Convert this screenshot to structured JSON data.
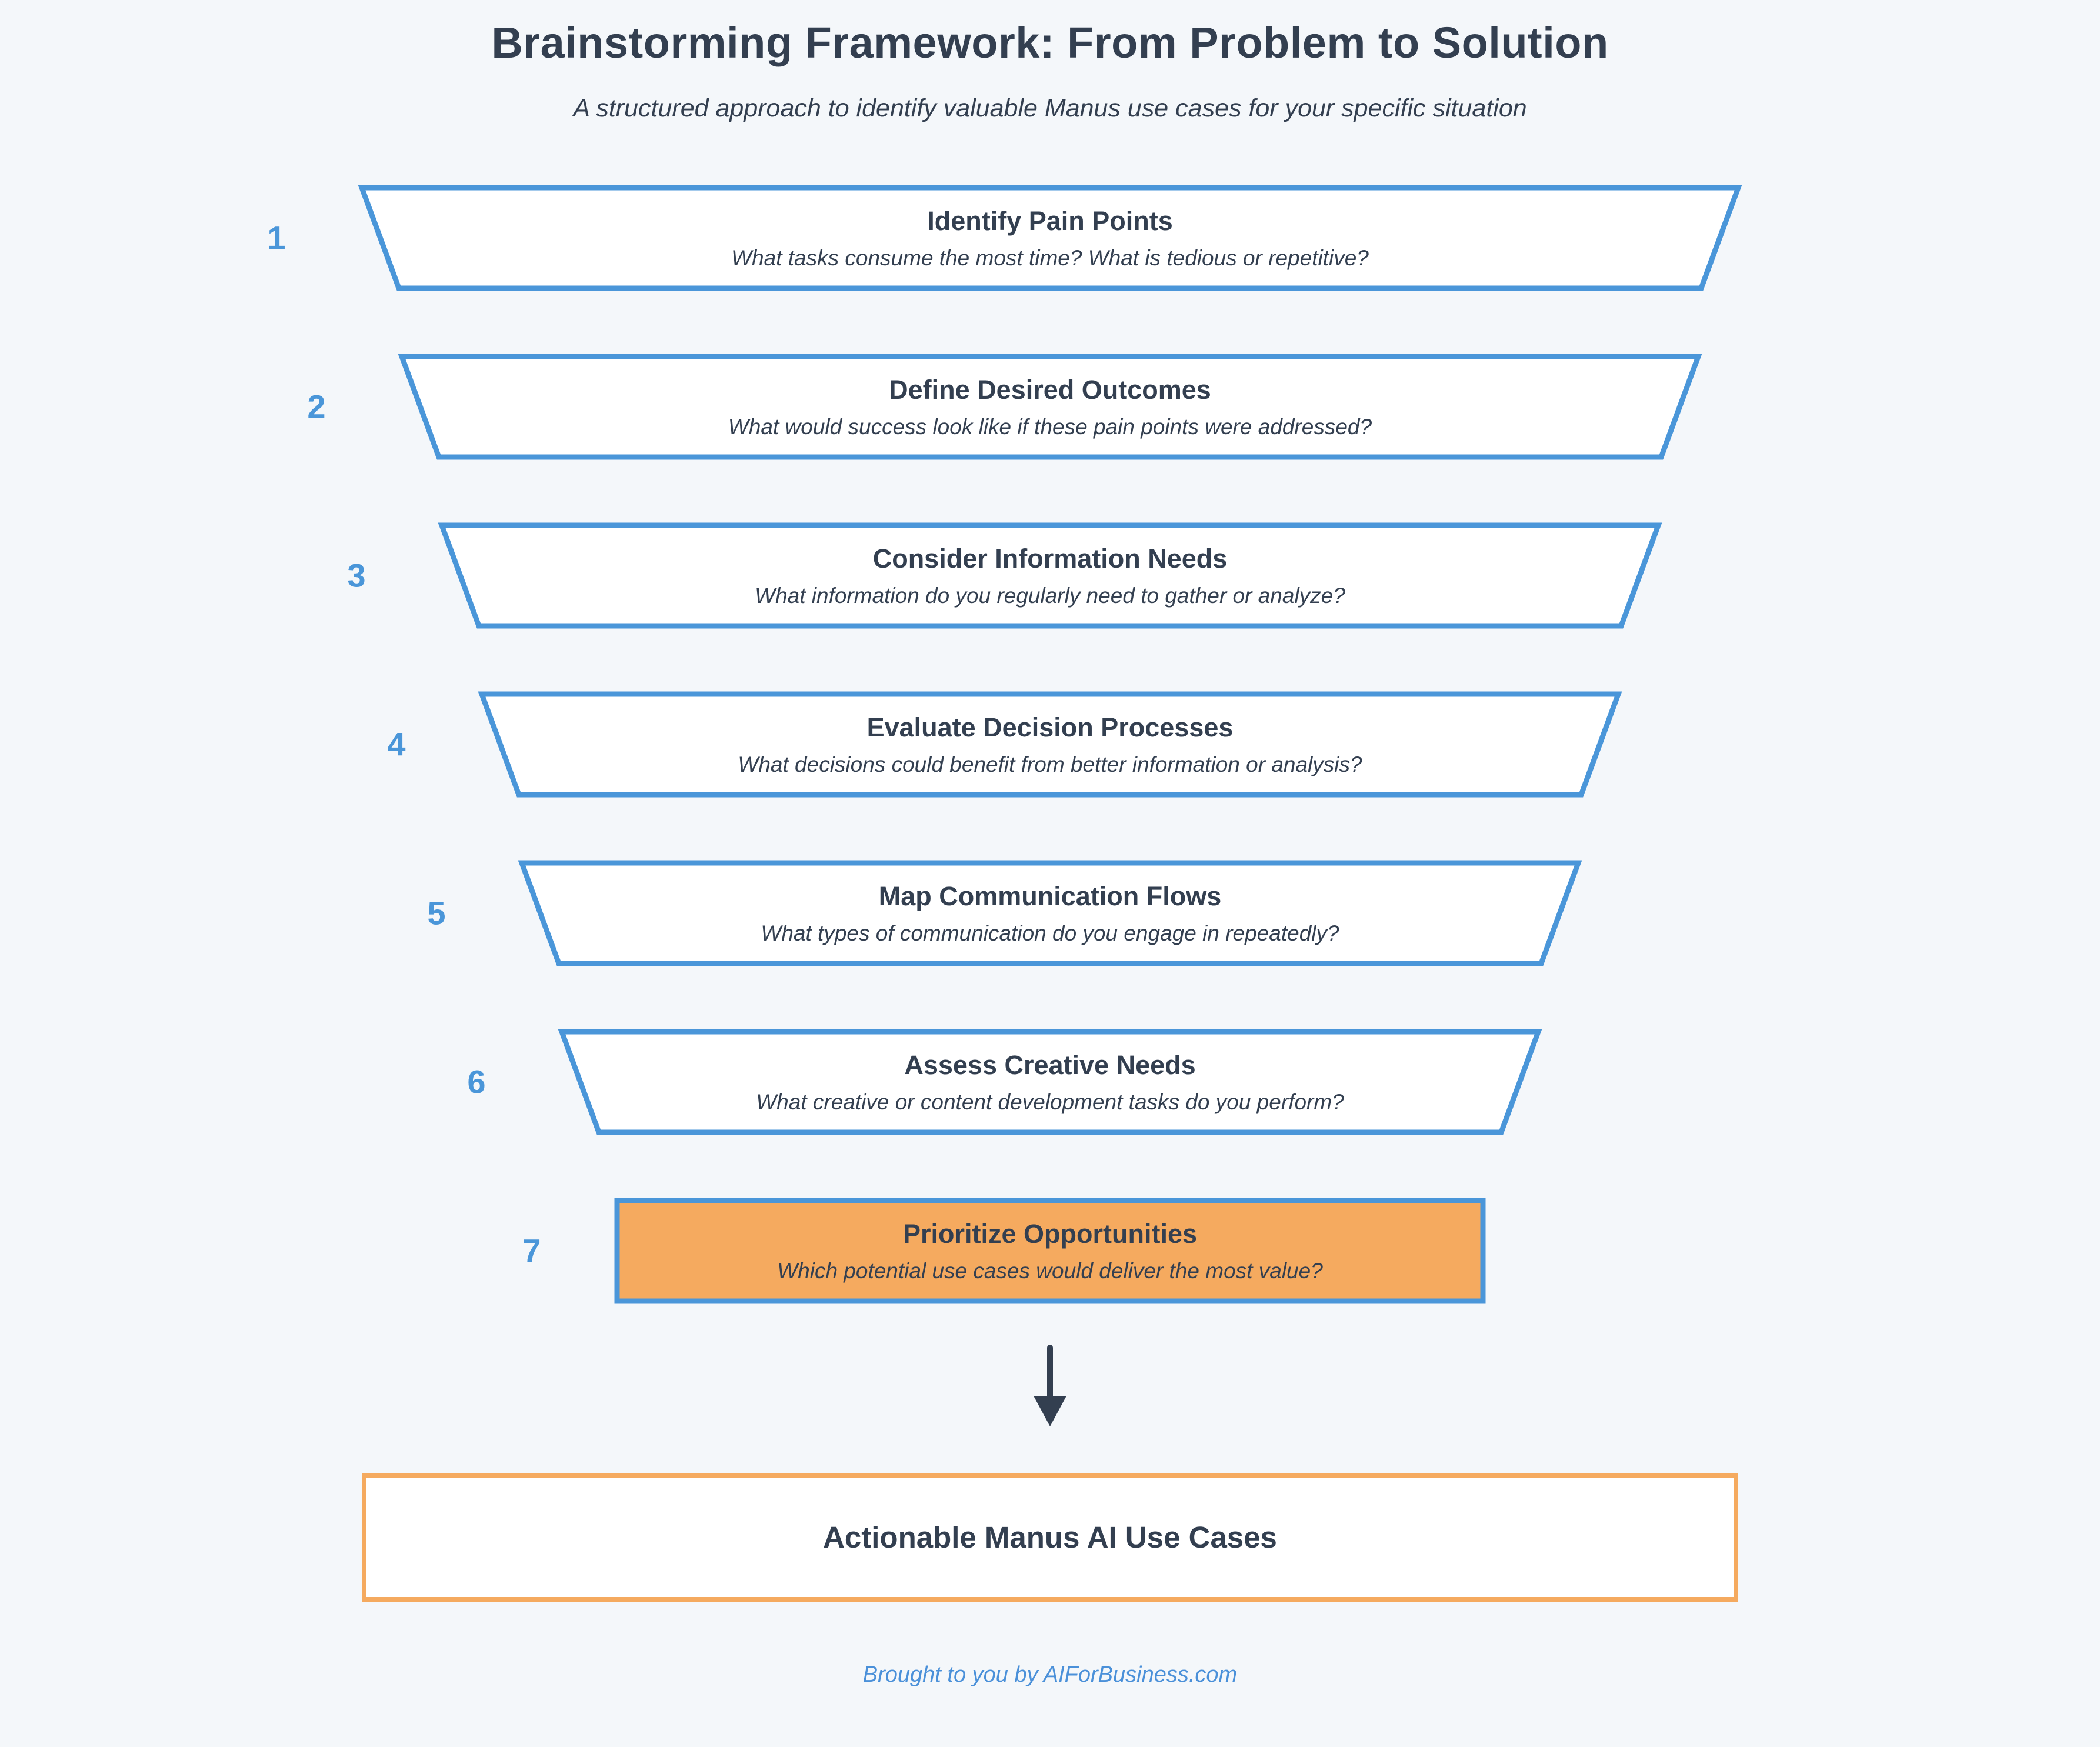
{
  "header": {
    "title": "Brainstorming Framework: From Problem to Solution",
    "subtitle": "A structured approach to identify valuable Manus use cases for your specific situation"
  },
  "funnel": {
    "steps": [
      {
        "number": "1",
        "title": "Identify Pain Points",
        "question": "What tasks consume the most time? What is tedious or repetitive?",
        "highlighted": false
      },
      {
        "number": "2",
        "title": "Define Desired Outcomes",
        "question": "What would success look like if these pain points were addressed?",
        "highlighted": false
      },
      {
        "number": "3",
        "title": "Consider Information Needs",
        "question": "What information do you regularly need to gather or analyze?",
        "highlighted": false
      },
      {
        "number": "4",
        "title": "Evaluate Decision Processes",
        "question": "What decisions could benefit from better information or analysis?",
        "highlighted": false
      },
      {
        "number": "5",
        "title": "Map Communication Flows",
        "question": "What types of communication do you engage in repeatedly?",
        "highlighted": false
      },
      {
        "number": "6",
        "title": "Assess Creative Needs",
        "question": "What creative or content development tasks do you perform?",
        "highlighted": false
      },
      {
        "number": "7",
        "title": "Prioritize Opportunities",
        "question": "Which potential use cases would deliver the most value?",
        "highlighted": true
      }
    ]
  },
  "result_box": {
    "label": "Actionable Manus AI Use Cases"
  },
  "footer": {
    "text": "Brought to you by AIForBusiness.com"
  },
  "colors": {
    "background": "#f4f7fa",
    "step_border_blue": "#4a96d9",
    "step_number_blue": "#4a96d9",
    "highlight_orange": "#f5aa5f",
    "result_border_orange": "#f5aa5f",
    "text_navy": "#333f50",
    "footer_blue": "#4a90d9",
    "arrow": "#333f50"
  }
}
